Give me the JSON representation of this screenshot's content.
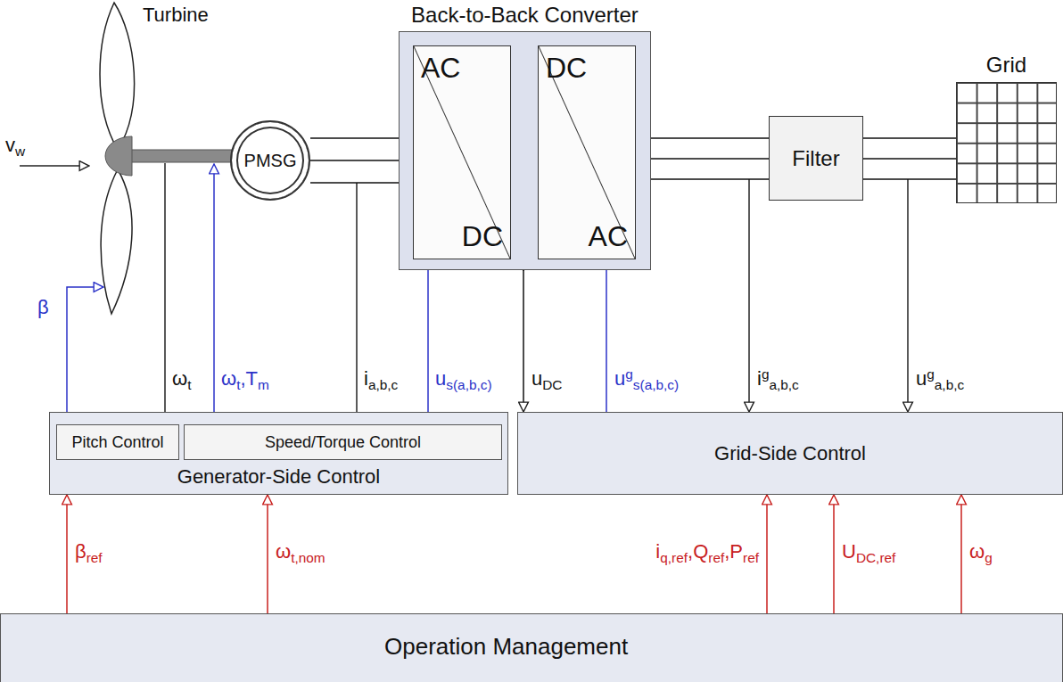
{
  "diagram": {
    "nodes": [
      {
        "text": [
          "PMSG"
        ]
      },
      {
        "text": [
          "Back-to-Back Converter"
        ]
      },
      {
        "text": [
          "AC",
          "DC"
        ],
        "in": 1
      },
      {
        "text": [
          "DC",
          "AC"
        ],
        "in": 1
      },
      {
        "text": [
          "Filter"
        ]
      },
      {
        "text": [
          "Grid"
        ]
      },
      {
        "text": [
          "Generator-Side Control"
        ]
      },
      {
        "text": [
          "Pitch Control"
        ],
        "in": 6
      },
      {
        "text": [
          "Speed/Torque Control"
        ],
        "in": 6
      },
      {
        "text": [
          "Grid-Side Control"
        ]
      },
      {
        "text": [
          "Operation Management"
        ]
      }
    ],
    "edges": [
      {
        "from": 0,
        "to": 2,
        "arrow": "none"
      },
      {
        "from": 2,
        "to": 3,
        "arrow": "none"
      },
      {
        "from": 3,
        "to": 4,
        "arrow": "none"
      },
      {
        "from": 4,
        "to": 5,
        "arrow": "none"
      },
      {
        "from": 8,
        "to": 2,
        "arrow": "to",
        "label": "us(a,b,c)"
      },
      {
        "from": 1,
        "to": 9,
        "arrow": "to",
        "label": "uDC"
      },
      {
        "from": 9,
        "to": 3,
        "arrow": "to",
        "label": "ugs(a,b,c)"
      },
      {
        "from": 10,
        "to": 6,
        "arrow": "to",
        "label": "βref"
      },
      {
        "from": 10,
        "to": 6,
        "arrow": "to",
        "label": "ωt,nom"
      },
      {
        "from": 10,
        "to": 9,
        "arrow": "to",
        "label": "iq,ref,Qref,Pref"
      },
      {
        "from": 10,
        "to": 9,
        "arrow": "to",
        "label": "UDC,ref"
      },
      {
        "from": 10,
        "to": 9,
        "arrow": "to",
        "label": "ωg"
      }
    ],
    "labels": [
      "Turbine",
      "vw",
      "β",
      "ωt",
      "ωt,Tm",
      "ia,b,c",
      "iga,b,c",
      "uga,b,c"
    ]
  }
}
